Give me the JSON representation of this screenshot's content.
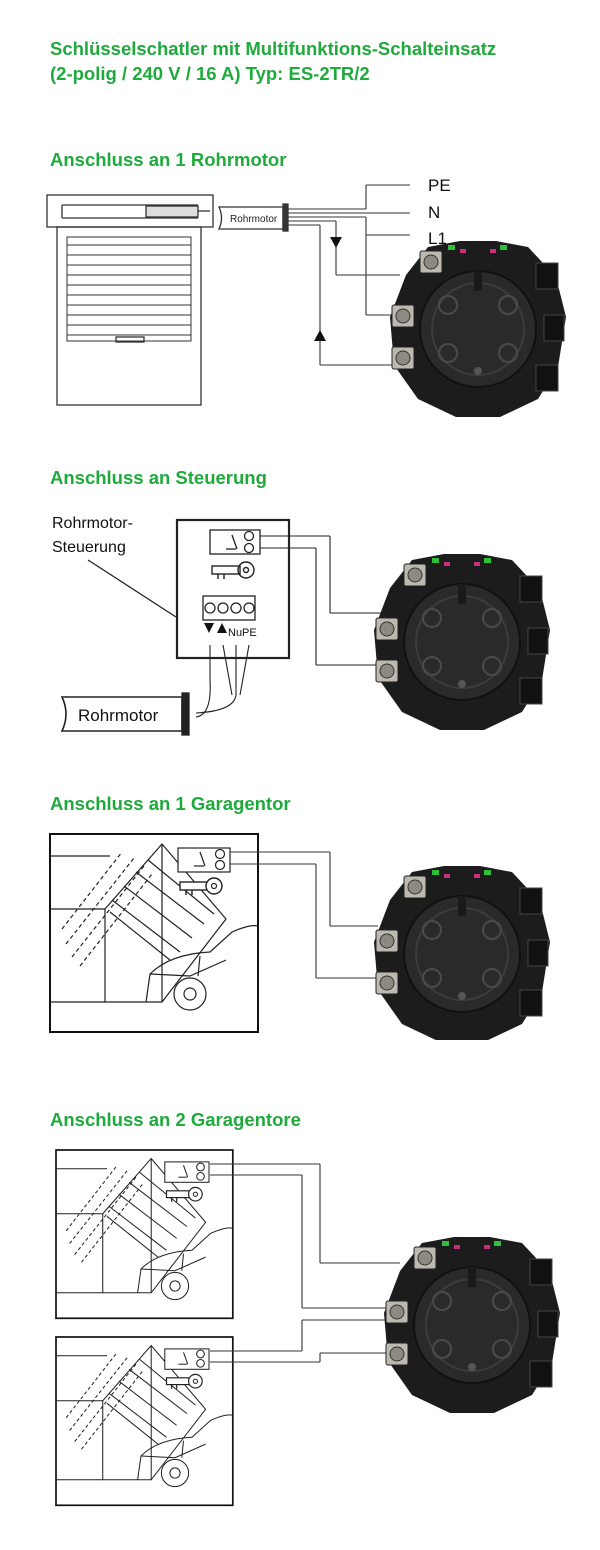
{
  "title": {
    "line1": "Schlüsselschatler mit Multifunktions-Schalteinsatz",
    "line2": "(2-polig / 240 V / 16 A) Typ: ES-2TR/2"
  },
  "colors": {
    "heading": "#1faa3c",
    "line": "#333333",
    "device": "#1c1c1c"
  },
  "sections": [
    {
      "heading": "Anschluss an 1 Rohrmotor",
      "motor_label": "Rohrmotor",
      "wires": [
        "PE",
        "N",
        "L1"
      ]
    },
    {
      "heading": "Anschluss an Steuerung",
      "box_label_1": "Rohrmotor-",
      "box_label_2": "Steuerung",
      "terminal_label": "NuPE",
      "motor_label": "Rohrmotor"
    },
    {
      "heading": "Anschluss an 1 Garagentor"
    },
    {
      "heading": "Anschluss an 2 Garagentore"
    }
  ]
}
